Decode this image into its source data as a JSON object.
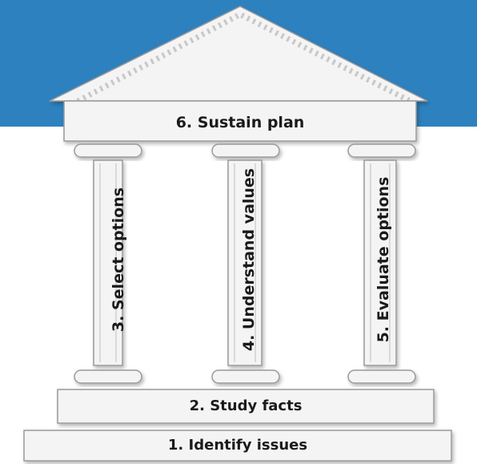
{
  "diagram": {
    "steps": [
      {
        "id": "step-1",
        "label": "1. Identify issues"
      },
      {
        "id": "step-2",
        "label": "2. Study facts"
      },
      {
        "id": "step-3",
        "label": "3. Select options"
      },
      {
        "id": "step-4",
        "label": "4. Understand values"
      },
      {
        "id": "step-5",
        "label": "5. Evaluate options"
      },
      {
        "id": "step-6",
        "label": "6. Sustain plan"
      }
    ]
  },
  "colors": {
    "background_band": "#2e81bf",
    "stone_fill": "#f4f4f4",
    "stone_stroke": "#9a9a9a",
    "text": "#1a1a1a"
  }
}
